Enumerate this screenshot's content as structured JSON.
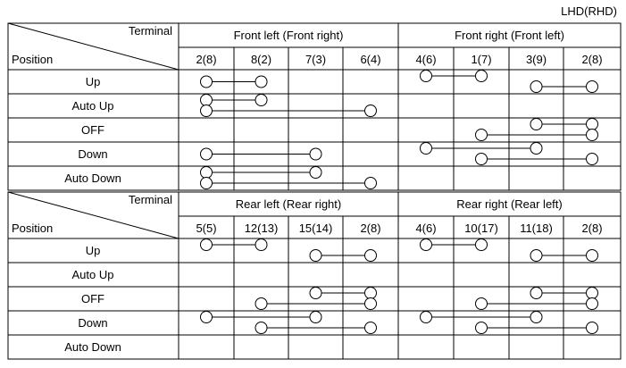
{
  "note": "LHD(RHD)",
  "tables": [
    {
      "terminal_label": "Terminal",
      "position_label": "Position",
      "groups": [
        "Front left (Front right)",
        "Front right (Front left)"
      ],
      "terminals": [
        "2(8)",
        "8(2)",
        "7(3)",
        "6(4)",
        "4(6)",
        "1(7)",
        "3(9)",
        "2(8)"
      ],
      "rows": [
        {
          "position": "Up",
          "links": [
            [
              0,
              1
            ],
            [
              4,
              5
            ],
            [
              6,
              7
            ]
          ]
        },
        {
          "position": "Auto Up",
          "links": [
            [
              0,
              1
            ],
            [
              0,
              3
            ]
          ]
        },
        {
          "position": "OFF",
          "links": [
            [
              6,
              7
            ],
            [
              5,
              7
            ]
          ]
        },
        {
          "position": "Down",
          "links": [
            [
              0,
              2
            ],
            [
              4,
              6
            ],
            [
              5,
              7
            ]
          ]
        },
        {
          "position": "Auto Down",
          "links": [
            [
              0,
              2
            ],
            [
              0,
              3
            ]
          ]
        }
      ]
    },
    {
      "terminal_label": "Terminal",
      "position_label": "Position",
      "groups": [
        "Rear left (Rear right)",
        "Rear right (Rear left)"
      ],
      "terminals": [
        "5(5)",
        "12(13)",
        "15(14)",
        "2(8)",
        "4(6)",
        "10(17)",
        "11(18)",
        "2(8)"
      ],
      "rows": [
        {
          "position": "Up",
          "links": [
            [
              0,
              1
            ],
            [
              2,
              3
            ],
            [
              4,
              5
            ],
            [
              6,
              7
            ]
          ]
        },
        {
          "position": "Auto Up",
          "links": []
        },
        {
          "position": "OFF",
          "links": [
            [
              2,
              3
            ],
            [
              1,
              3
            ],
            [
              6,
              7
            ],
            [
              5,
              7
            ]
          ]
        },
        {
          "position": "Down",
          "links": [
            [
              0,
              2
            ],
            [
              1,
              3
            ],
            [
              4,
              6
            ],
            [
              5,
              7
            ]
          ]
        },
        {
          "position": "Auto Down",
          "links": []
        }
      ]
    }
  ]
}
